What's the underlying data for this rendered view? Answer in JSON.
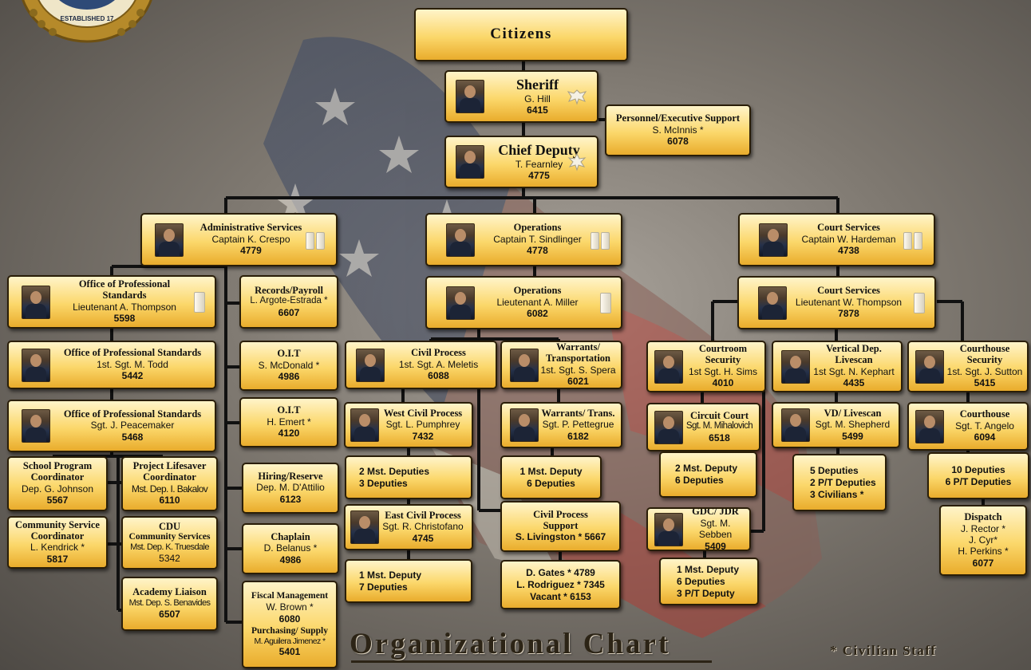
{
  "seal": {
    "text": "ESTABLISHED 17"
  },
  "title": "Organizational Chart",
  "civilian_note": "* Civilian Staff",
  "boxes": {
    "citizens": {
      "title": "Citizens"
    },
    "sheriff": {
      "title": "Sheriff",
      "name": "G. Hill",
      "ext": "6415"
    },
    "personnel": {
      "title": "Personnel/Executive Support",
      "name": "S. McInnis *",
      "ext": "6078"
    },
    "chief_deputy": {
      "title": "Chief Deputy",
      "name": "T. Fearnley",
      "ext": "4775"
    },
    "admin_services": {
      "title": "Administrative Services",
      "name": "Captain K. Crespo",
      "ext": "4779"
    },
    "operations_captain": {
      "title": "Operations",
      "name": "Captain T. Sindlinger",
      "ext": "4778"
    },
    "court_services_captain": {
      "title": "Court Services",
      "name": "Captain W. Hardeman",
      "ext": "4738"
    },
    "ops_lieutenant": {
      "title": "Operations",
      "name": "Lieutenant A. Miller",
      "ext": "6082"
    },
    "court_lieutenant": {
      "title": "Court Services",
      "name": "Lieutenant W. Thompson",
      "ext": "7878"
    },
    "ops_standards_lt": {
      "title": "Office of Professional Standards",
      "name": "Lieutenant  A. Thompson",
      "ext": "5598"
    },
    "ops_standards_1st": {
      "title": "Office of Professional Standards",
      "name": "1st. Sgt. M. Todd",
      "ext": "5442"
    },
    "ops_standards_sgt": {
      "title": "Office of Professional Standards",
      "name": "Sgt. J. Peacemaker",
      "ext": "5468"
    },
    "school_program": {
      "title1": "School Program",
      "title2": "Coordinator",
      "name": "Dep. G. Johnson",
      "ext": "5567"
    },
    "lifesaver": {
      "title1": "Project Lifesaver",
      "title2": "Coordinator",
      "name": "Mst. Dep. I. Bakalov",
      "ext": "6110"
    },
    "community_service": {
      "title1": "Community Service",
      "title2": "Coordinator",
      "name": "L. Kendrick *",
      "ext": "5817"
    },
    "cdu": {
      "title1": "CDU",
      "title2": "Community Services",
      "name": "Mst. Dep. K. Truesdale",
      "ext": "5342"
    },
    "academy": {
      "title": "Academy Liaison",
      "name": "Mst. Dep. S. Benavides",
      "ext": "6507"
    },
    "records": {
      "title": "Records/Payroll",
      "name": "L. Argote-Estrada *",
      "ext": "6607"
    },
    "oit1": {
      "title": "O.I.T",
      "name": "S. McDonald *",
      "ext": "4986"
    },
    "oit2": {
      "title": "O.I.T",
      "name": "H. Emert *",
      "ext": "4120"
    },
    "hiring": {
      "title": "Hiring/Reserve",
      "name": "Dep. M. D'Attilio",
      "ext": "6123"
    },
    "chaplain": {
      "title": "Chaplain",
      "name": "D. Belanus *",
      "ext": "4986"
    },
    "fiscal": {
      "title": "Fiscal Management",
      "name": "W. Brown  *",
      "ext": "6080",
      "title2": "Purchasing/ Supply",
      "name2": "M. Aguilera Jimenez *",
      "ext2": "5401"
    },
    "civil_process": {
      "title": "Civil Process",
      "name": "1st. Sgt. A. Meletis",
      "ext": "6088"
    },
    "west_civil": {
      "title": "West Civil Process",
      "name": "Sgt. L. Pumphrey",
      "ext": "7432"
    },
    "west_civil_staff": {
      "lines": [
        "2 Mst. Deputies",
        "3 Deputies"
      ]
    },
    "east_civil": {
      "title": "East Civil Process",
      "name": "Sgt. R. Christofano",
      "ext": "4745"
    },
    "east_civil_staff": {
      "lines": [
        "1 Mst. Deputy",
        "7 Deputies"
      ]
    },
    "warrants": {
      "title1": "Warrants/",
      "title2": "Transportation",
      "name": "1st. Sgt. S. Spera",
      "ext": "6021"
    },
    "warrants_trans": {
      "title": "Warrants/ Trans.",
      "name": "Sgt. P. Pettegrue",
      "ext": "6182"
    },
    "warrants_staff": {
      "lines": [
        "1 Mst. Deputy",
        "6 Deputies"
      ]
    },
    "civil_support": {
      "title1": "Civil Process",
      "title2": "Support",
      "name": "S. Livingston * 5667"
    },
    "civil_support_staff": {
      "lines": [
        "D. Gates * 4789",
        "L. Rodriguez * 7345",
        "Vacant * 6153"
      ]
    },
    "courtroom": {
      "title1": "Courtroom",
      "title2": "Security",
      "name": "1st Sgt. H. Sims",
      "ext": "4010"
    },
    "circuit": {
      "title": "Circuit Court",
      "name": "Sgt. M. Mihalovich",
      "ext": "6518"
    },
    "circuit_staff": {
      "lines": [
        "2 Mst. Deputy",
        "6 Deputies"
      ]
    },
    "gdc": {
      "title": "GDC/ JDR",
      "name": "Sgt. M. Sebben",
      "ext": "5409"
    },
    "gdc_staff": {
      "lines": [
        "1 Mst. Deputy",
        "6 Deputies",
        "3 P/T Deputy"
      ]
    },
    "vertical": {
      "title1": "Vertical Dep.",
      "title2": "Livescan",
      "name": "1st Sgt. N. Kephart",
      "ext": "4435"
    },
    "vd_livescan": {
      "title": "VD/ Livescan",
      "name": "Sgt. M. Shepherd",
      "ext": "5499"
    },
    "vd_staff": {
      "lines": [
        "5 Deputies",
        "2 P/T Deputies",
        "3 Civilians *"
      ]
    },
    "courthouse_sec": {
      "title1": "Courthouse",
      "title2": "Security",
      "name": "1st. Sgt. J. Sutton",
      "ext": "5415"
    },
    "courthouse": {
      "title": "Courthouse",
      "name": "Sgt. T. Angelo",
      "ext": "6094"
    },
    "courthouse_staff": {
      "lines": [
        "10 Deputies",
        "6 P/T Deputies"
      ]
    },
    "dispatch": {
      "title": "Dispatch",
      "lines": [
        "J. Rector *",
        "J. Cyr*",
        "H. Perkins *"
      ],
      "ext": "6077"
    }
  }
}
